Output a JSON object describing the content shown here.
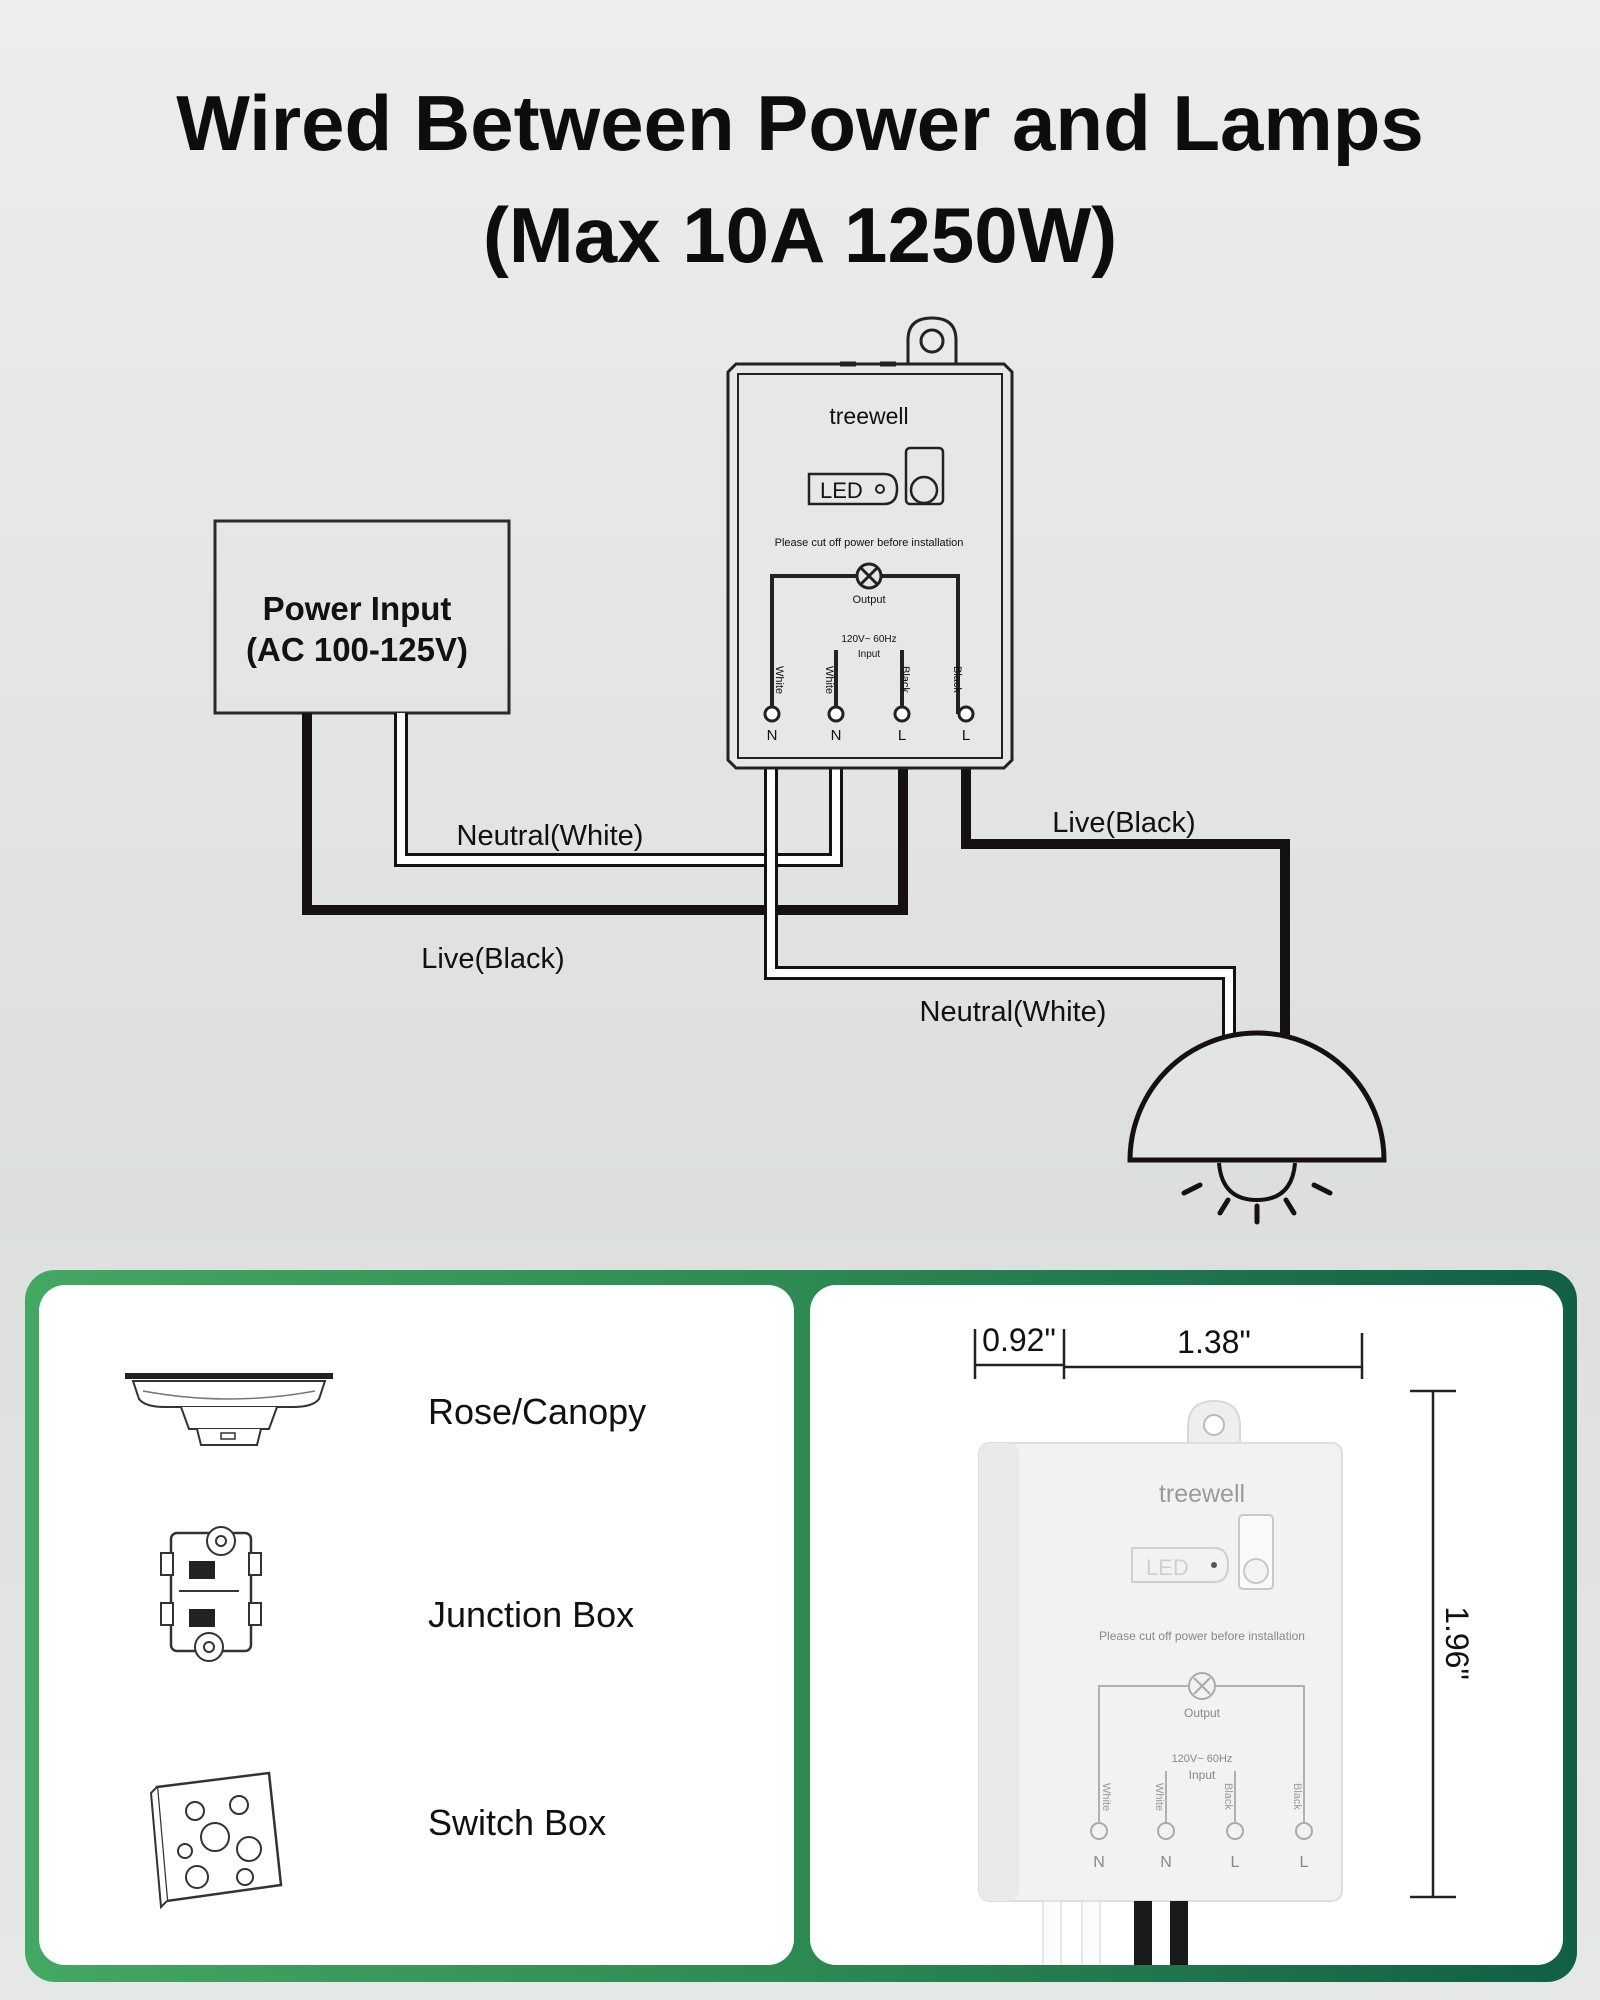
{
  "title": {
    "line1": "Wired Between Power and Lamps",
    "line2": "(Max 10A 1250W)"
  },
  "power_input": {
    "line1": "Power Input",
    "line2": "(AC 100-125V)"
  },
  "device": {
    "brand": "treewell",
    "led_label": "LED",
    "warning": "Please cut off power before installation",
    "output_label": "Output",
    "input_spec": "120V~ 60Hz",
    "input_label": "Input",
    "wire_labels": [
      "White",
      "White",
      "Black",
      "Black"
    ],
    "terminals": [
      "N",
      "N",
      "L",
      "L"
    ]
  },
  "wires": {
    "neutral_top": "Neutral(White)",
    "live_bottom": "Live(Black)",
    "live_right": "Live(Black)",
    "neutral_right": "Neutral(White)"
  },
  "mounting": {
    "items": [
      {
        "label": "Rose/Canopy",
        "icon": "canopy-icon"
      },
      {
        "label": "Junction Box",
        "icon": "junction-box-icon"
      },
      {
        "label": "Switch Box",
        "icon": "switch-box-icon"
      }
    ]
  },
  "dimensions": {
    "depth": "0.92\"",
    "width": "1.38\"",
    "height": "1.96\""
  },
  "colors": {
    "frame_start": "#43a862",
    "frame_end": "#115f45",
    "wire_black": "#161012",
    "wire_white": "#ffffff"
  }
}
